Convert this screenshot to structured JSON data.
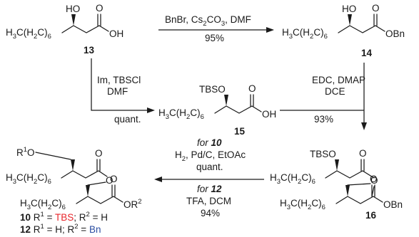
{
  "colors": {
    "tbs": "#e8262b",
    "bn": "#2b4ea2",
    "ink": "#1a1a1a"
  },
  "atoms": {
    "h3c": "H",
    "three": "3",
    "c_paren": "C(H",
    "two": "2",
    "c_close": "C)",
    "six": "6",
    "ho": "HO",
    "o": "O",
    "oh": "OH",
    "obn": "OBn",
    "tbso": "TBSO",
    "r": "R",
    "one": "1",
    "or": "OR",
    "sup2": "2"
  },
  "compounds": {
    "c13": "13",
    "c14": "14",
    "c15": "15",
    "c16": "16"
  },
  "reactions": {
    "r1": {
      "reagents": "BnBr, Cs2CO3, DMF",
      "reagent_parts": [
        "BnBr, Cs",
        "2",
        "CO",
        "3",
        ", DMF"
      ],
      "yield": "95%"
    },
    "r2": {
      "line1": "Im, TBSCl",
      "line2": "DMF",
      "yield": "quant."
    },
    "r3": {
      "line1": "EDC, DMAP",
      "line2": "DCE",
      "yield": "93%"
    },
    "r4": {
      "for_label": "for",
      "target_a": "10",
      "conditions_a": "H2, Pd/C, EtOAc",
      "conditions_a_parts": [
        "H",
        "2",
        ", Pd/C, EtOAc"
      ],
      "yield_a": "quant.",
      "target_b": "12",
      "conditions_b": "TFA, DCM",
      "yield_b": "94%"
    }
  },
  "legend": {
    "row10": {
      "num": "10",
      "r1_label": "R",
      "r1_sup": "1",
      "eq1": " = ",
      "r1_value": "TBS",
      "sep": "; ",
      "r2_label": "R",
      "r2_sup": "2",
      "eq2": " = ",
      "r2_value": "H"
    },
    "row12": {
      "num": "12",
      "r1_label": "R",
      "r1_sup": "1",
      "eq1": " = ",
      "r1_value": "H",
      "sep": "; ",
      "r2_label": "R",
      "r2_sup": "2",
      "eq2": " = ",
      "r2_value": "Bn"
    }
  }
}
